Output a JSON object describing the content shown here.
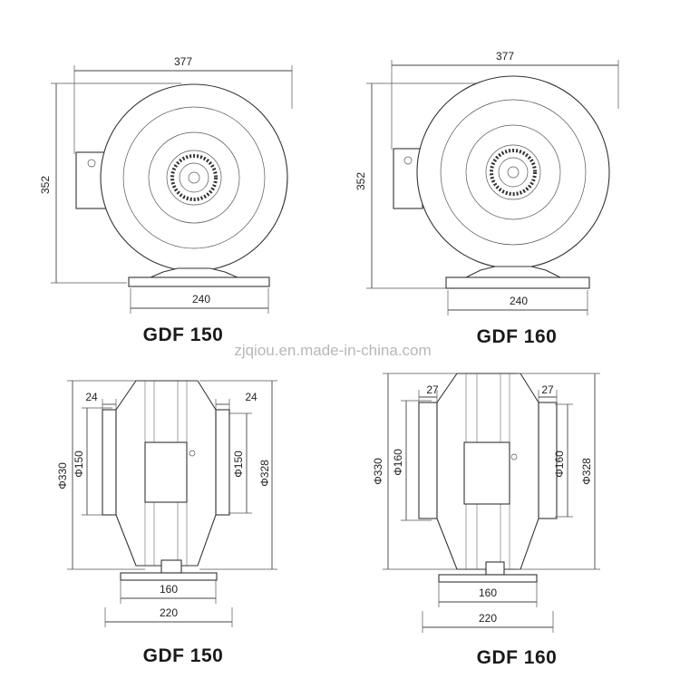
{
  "watermark": "zjqiou.en.made-in-china.com",
  "top_left": {
    "width_top": "377",
    "height": "352",
    "base_width": "240",
    "model": "GDF 150"
  },
  "top_right": {
    "width_top": "377",
    "height": "352",
    "base_width": "240",
    "model": "GDF 160"
  },
  "bottom_left": {
    "flange_left": "24",
    "flange_right": "24",
    "dia_outer_left": "Φ330",
    "dia_inner_left": "Φ150",
    "dia_inner_right": "Φ150",
    "dia_outer_right": "Φ328",
    "base_inner": "160",
    "base_outer": "220",
    "model": "GDF 150"
  },
  "bottom_right": {
    "flange_left": "27",
    "flange_right": "27",
    "dia_outer_left": "Φ330",
    "dia_inner_left": "Φ160",
    "dia_inner_right": "Φ160",
    "dia_outer_right": "Φ328",
    "base_inner": "160",
    "base_outer": "220",
    "model": "GDF 160"
  }
}
